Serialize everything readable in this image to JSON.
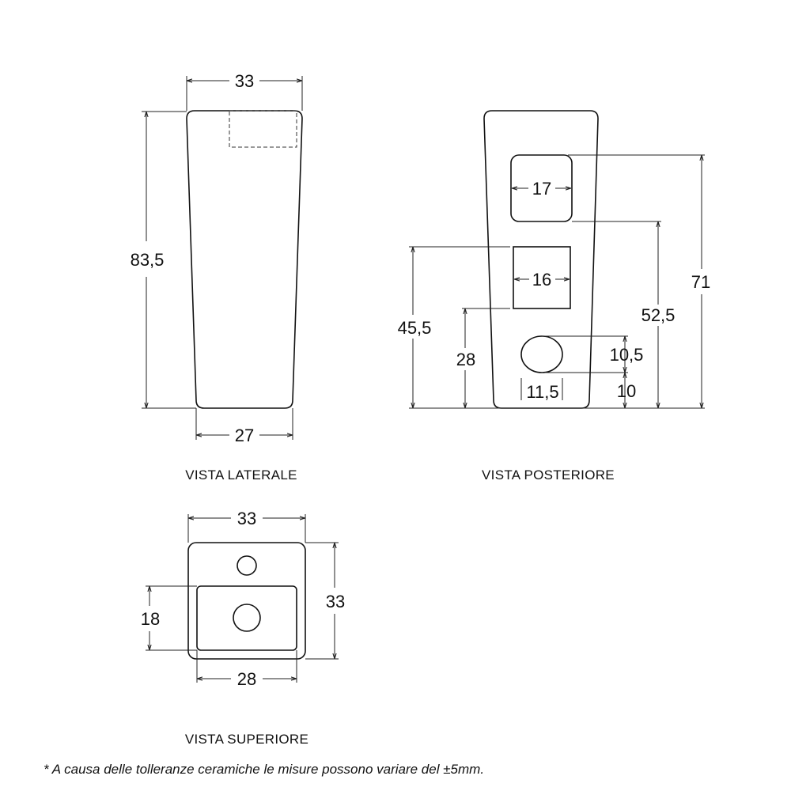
{
  "views": {
    "side": {
      "label": "VISTA LATERALE",
      "dims": {
        "top_width": "33",
        "height": "83,5",
        "bottom_width": "27"
      }
    },
    "rear": {
      "label": "VISTA POSTERIORE",
      "dims": {
        "upper_opening": "17",
        "lower_opening": "16",
        "drain_width": "11,5",
        "drain_height": "10,5",
        "drain_from_floor": "10",
        "lower_opening_bottom": "28",
        "lower_opening_top": "45,5",
        "upper_opening_bottom": "52,5",
        "upper_opening_top": "71"
      }
    },
    "top": {
      "label": "VISTA SUPERIORE",
      "dims": {
        "width": "33",
        "depth": "33",
        "basin_depth": "18",
        "basin_width": "28"
      }
    }
  },
  "footnote": "* A causa delle tolleranze ceramiche le misure possono variare del ±5mm."
}
